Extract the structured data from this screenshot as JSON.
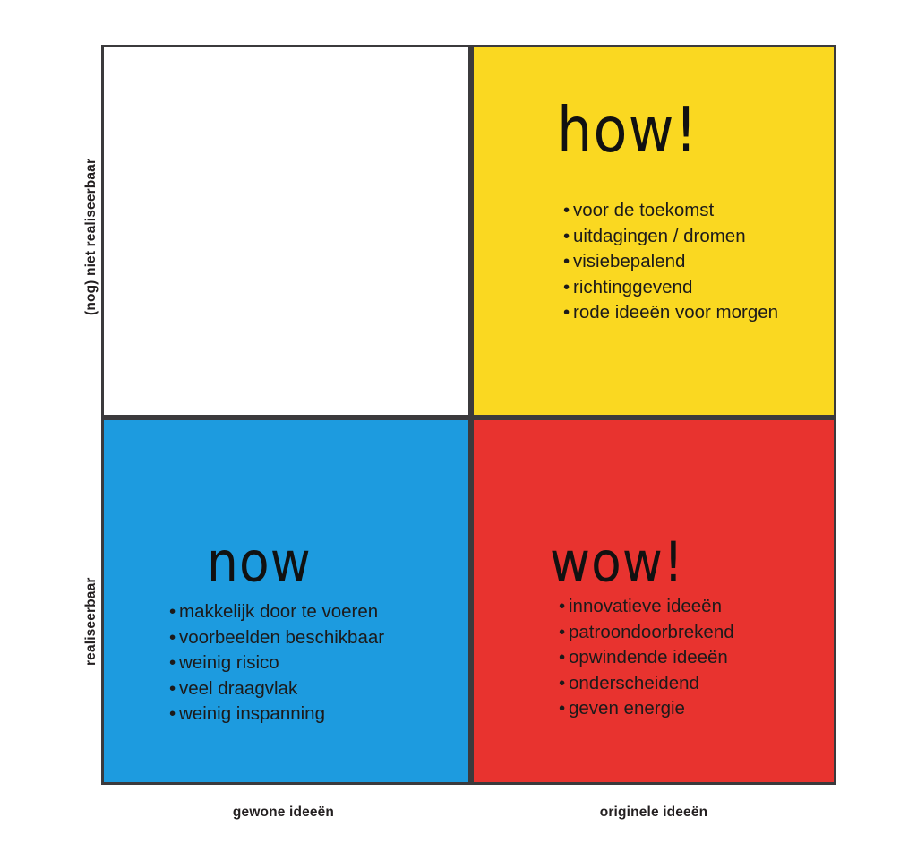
{
  "diagram": {
    "type": "2x2-matrix",
    "colors": {
      "yellow": "#fad821",
      "blue": "#1d9bdf",
      "red": "#e8332f",
      "white": "#ffffff",
      "frame": "#3b3a3c",
      "text": "#231f20"
    },
    "axes": {
      "y_top_label": "(nog) niet realiseerbaar",
      "y_bottom_label": "realiseerbaar",
      "x_left_label": "gewone ideeën",
      "x_right_label": "originele ideeën"
    },
    "quadrants": [
      {
        "id": "top-left",
        "title": "",
        "color": "#ffffff",
        "bullets": []
      },
      {
        "id": "top-right",
        "title": "how!",
        "color": "#fad821",
        "bullets": [
          "voor de toekomst",
          "uitdagingen / dromen",
          "visiebepalend",
          "richtinggevend",
          "rode ideeën voor morgen"
        ]
      },
      {
        "id": "bottom-left",
        "title": "now",
        "color": "#1d9bdf",
        "bullets": [
          "makkelijk door te voeren",
          "voorbeelden beschikbaar",
          "weinig risico",
          "veel draagvlak",
          "weinig inspanning"
        ]
      },
      {
        "id": "bottom-right",
        "title": "wow!",
        "color": "#e8332f",
        "bullets": [
          "innovatieve ideeën",
          "patroondoorbrekend",
          "opwindende ideeën",
          "onderscheidend",
          "geven energie"
        ]
      }
    ],
    "bullet_marker": "•"
  }
}
